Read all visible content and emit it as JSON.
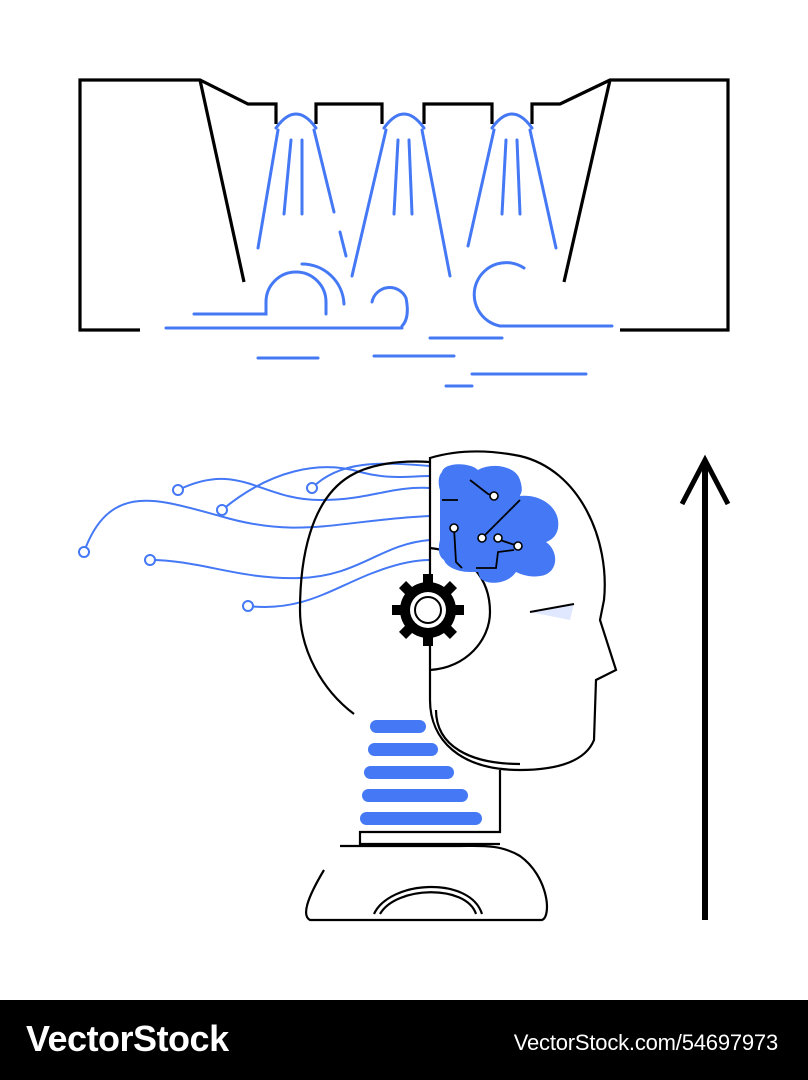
{
  "illustration": {
    "scene": "waterfall-dam-and-ai-robot-head",
    "icons": [
      "dam-waterfall-icon",
      "robot-head-icon",
      "brain-circuit-icon",
      "gear-icon",
      "up-arrow-icon"
    ]
  },
  "colors": {
    "accent": "#4478f5",
    "ink": "#000000",
    "background": "#ffffff",
    "footer_bg": "#000000",
    "footer_text": "#ffffff"
  },
  "footer": {
    "brand": "VectorStock",
    "stock_id": "VectorStock.com/54697973"
  }
}
